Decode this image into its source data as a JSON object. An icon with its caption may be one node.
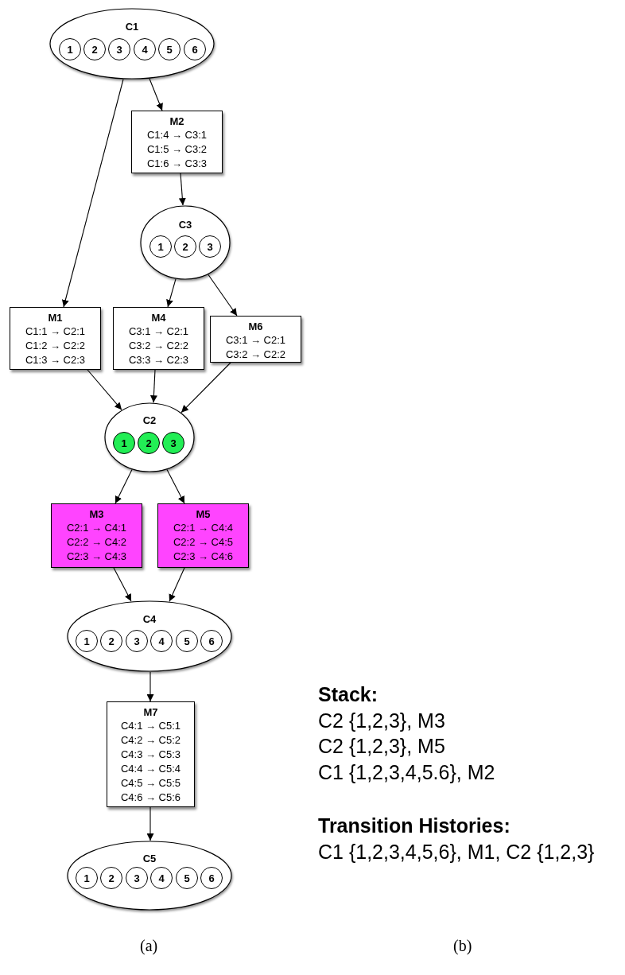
{
  "diagram": {
    "nodes": [
      {
        "text": [
          "C1"
        ]
      },
      {
        "text": [
          "1"
        ],
        "in": 0
      },
      {
        "text": [
          "2"
        ],
        "in": 0
      },
      {
        "text": [
          "3"
        ],
        "in": 0
      },
      {
        "text": [
          "4"
        ],
        "in": 0
      },
      {
        "text": [
          "5"
        ],
        "in": 0
      },
      {
        "text": [
          "6"
        ],
        "in": 0
      },
      {
        "text": [
          "M2",
          "C1:4 → C3:1",
          "C1:5 → C3:2",
          "C1:6 → C3:3"
        ]
      },
      {
        "text": [
          "C3"
        ]
      },
      {
        "text": [
          "1"
        ],
        "in": 8
      },
      {
        "text": [
          "2"
        ],
        "in": 8
      },
      {
        "text": [
          "3"
        ],
        "in": 8
      },
      {
        "text": [
          "M1",
          "C1:1 → C2:1",
          "C1:2 → C2:2",
          "C1:3 → C2:3"
        ]
      },
      {
        "text": [
          "M4",
          "C3:1 → C2:1",
          "C3:2 → C2:2",
          "C3:3 → C2:3"
        ]
      },
      {
        "text": [
          "M6",
          "C3:1 → C2:1",
          "C3:2 → C2:2"
        ]
      },
      {
        "text": [
          "C2"
        ]
      },
      {
        "text": [
          "1"
        ],
        "in": 15
      },
      {
        "text": [
          "2"
        ],
        "in": 15
      },
      {
        "text": [
          "3"
        ],
        "in": 15
      },
      {
        "text": [
          "M3",
          "C2:1 → C4:1",
          "C2:2 → C4:2",
          "C2:3 → C4:3"
        ]
      },
      {
        "text": [
          "M5",
          "C2:1 → C4:4",
          "C2:2 → C4:5",
          "C2:3 → C4:6"
        ]
      },
      {
        "text": [
          "C4"
        ]
      },
      {
        "text": [
          "1"
        ],
        "in": 21
      },
      {
        "text": [
          "2"
        ],
        "in": 21
      },
      {
        "text": [
          "3"
        ],
        "in": 21
      },
      {
        "text": [
          "4"
        ],
        "in": 21
      },
      {
        "text": [
          "5"
        ],
        "in": 21
      },
      {
        "text": [
          "6"
        ],
        "in": 21
      },
      {
        "text": [
          "M7",
          "C4:1 → C5:1",
          "C4:2 → C5:2",
          "C4:3 → C5:3",
          "C4:4 → C5:4",
          "C4:5 → C5:5",
          "C4:6 → C5:6"
        ]
      },
      {
        "text": [
          "C5"
        ]
      },
      {
        "text": [
          "1"
        ],
        "in": 29
      },
      {
        "text": [
          "2"
        ],
        "in": 29
      },
      {
        "text": [
          "3"
        ],
        "in": 29
      },
      {
        "text": [
          "4"
        ],
        "in": 29
      },
      {
        "text": [
          "5"
        ],
        "in": 29
      },
      {
        "text": [
          "6"
        ],
        "in": 29
      }
    ],
    "edges": [
      {
        "from": 0,
        "to": 7,
        "arrow": "to"
      },
      {
        "from": 0,
        "to": 12,
        "arrow": "to"
      },
      {
        "from": 7,
        "to": 8,
        "arrow": "to"
      },
      {
        "from": 8,
        "to": 13,
        "arrow": "to"
      },
      {
        "from": 8,
        "to": 14,
        "arrow": "to"
      },
      {
        "from": 12,
        "to": 15,
        "arrow": "to"
      },
      {
        "from": 13,
        "to": 15,
        "arrow": "to"
      },
      {
        "from": 14,
        "to": 15,
        "arrow": "to"
      },
      {
        "from": 15,
        "to": 19,
        "arrow": "to"
      },
      {
        "from": 15,
        "to": 20,
        "arrow": "to"
      },
      {
        "from": 19,
        "to": 21,
        "arrow": "to"
      },
      {
        "from": 20,
        "to": 21,
        "arrow": "to"
      },
      {
        "from": 21,
        "to": 28,
        "arrow": "to"
      },
      {
        "from": 28,
        "to": 29,
        "arrow": "to"
      }
    ],
    "labels": [
      "Stack:",
      "C2 {1,2,3}, M3",
      "C2 {1,2,3}, M5",
      "C1 {1,2,3,4,5.6}, M2",
      "Transition Histories:",
      "C1 {1,2,3,4,5,6}, M1, C2 {1,2,3}",
      "(a)",
      "(b)"
    ]
  }
}
